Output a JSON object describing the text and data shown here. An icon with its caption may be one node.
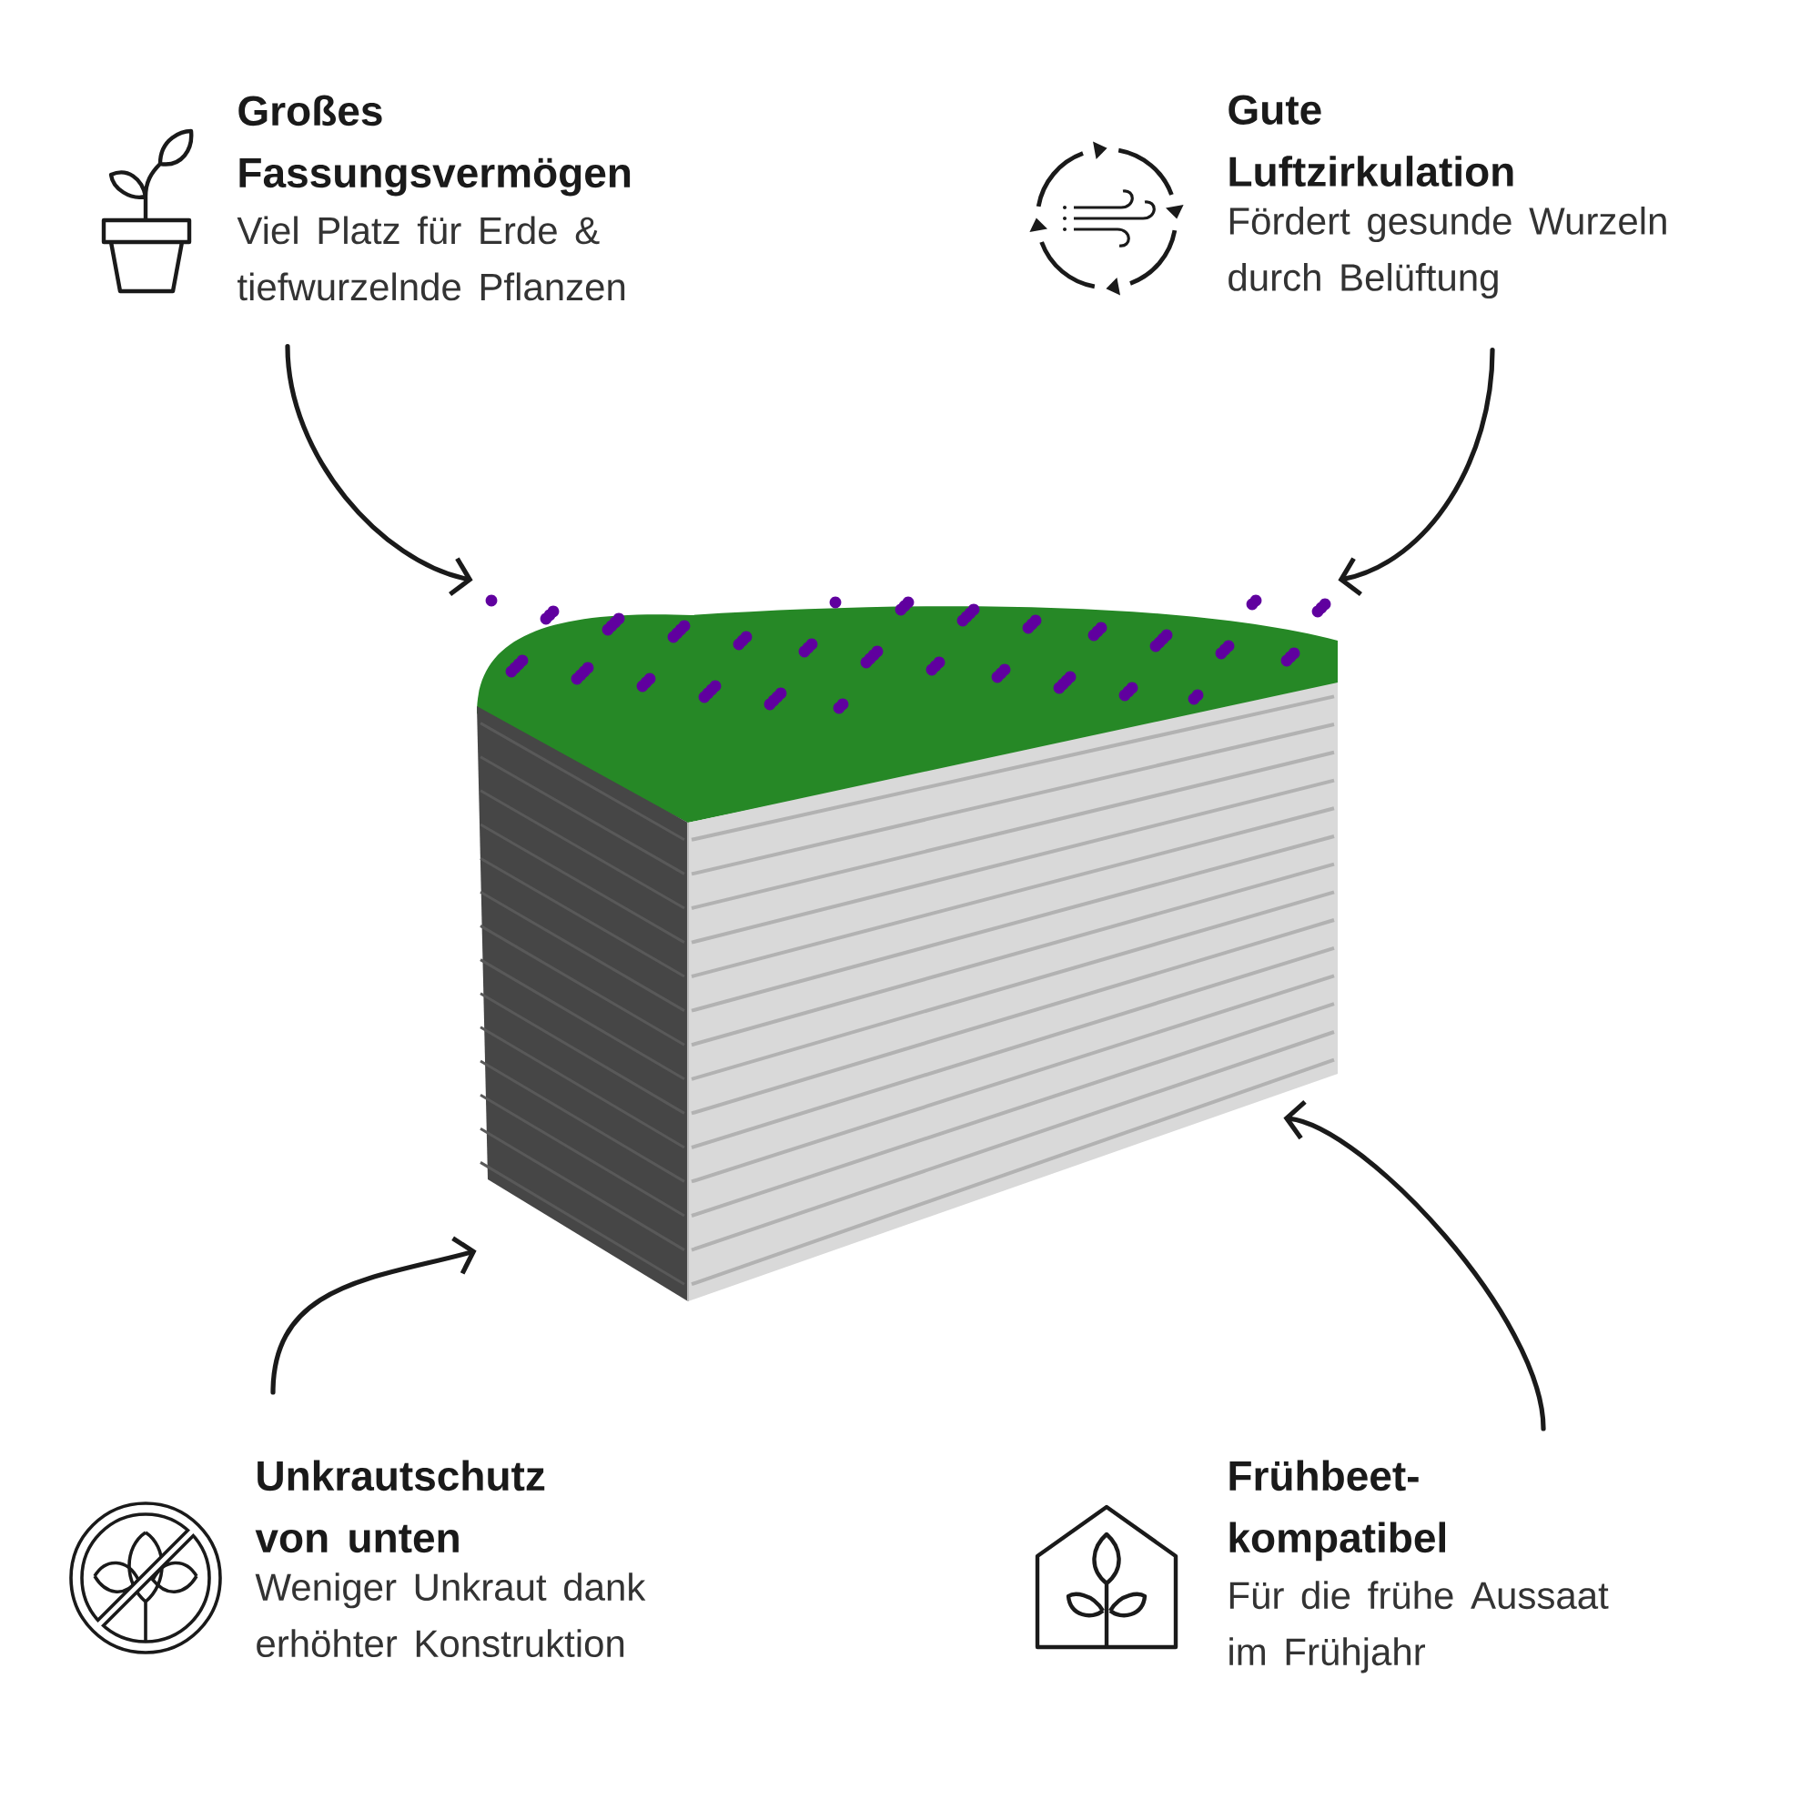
{
  "diagram": {
    "nodes": [
      {
        "text": [
          "Großes Fassungsvermögen",
          "Viel Platz für Erde & tiefwurzelnde Pflanzen"
        ]
      },
      {
        "text": [
          "Gute Luftzirkulation",
          "Fördert gesunde Wurzeln durch Belüftung"
        ]
      },
      {
        "text": [],
        "shape": "picture"
      },
      {
        "text": [
          "Unkrautschutz von unten",
          "Weniger Unkraut dank erhöhter Konstruktion"
        ]
      },
      {
        "text": [
          "Frühbeet-kompatibel",
          "Für die frühe Aussaat im Frühjahr"
        ]
      }
    ],
    "edges": [
      {
        "from": 0,
        "to": 2,
        "arrow": "to"
      },
      {
        "from": 1,
        "to": 2,
        "arrow": "to"
      },
      {
        "from": 3,
        "to": 2,
        "arrow": "to"
      },
      {
        "from": 4,
        "to": 2,
        "arrow": "to"
      }
    ]
  }
}
